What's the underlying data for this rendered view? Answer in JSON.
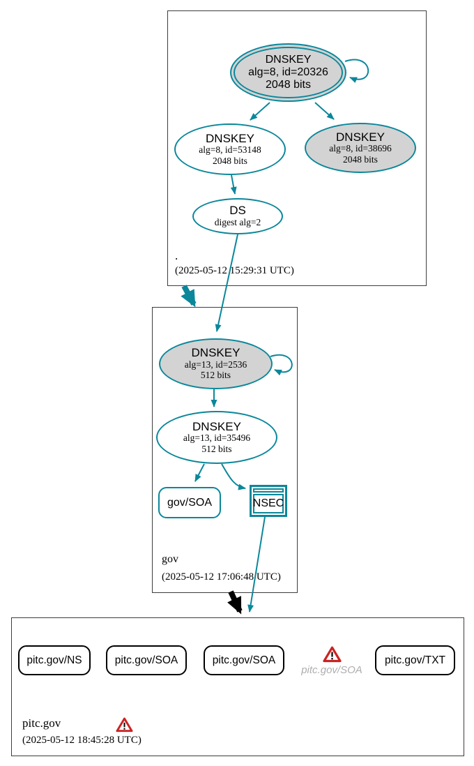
{
  "diagram": "DNSSEC authentication chain",
  "colors": {
    "secure_teal": "#0a879a",
    "node_fill_gray": "#d3d3d3",
    "warning_red": "#cc2222",
    "ghost_text_gray": "#aeaeae"
  },
  "root_zone": {
    "label": ".",
    "timestamp": "(2025-05-12 15:29:31 UTC)",
    "ksk": {
      "title": "DNSKEY",
      "alg": "alg=8, id=20326",
      "bits": "2048 bits"
    },
    "zsk": {
      "title": "DNSKEY",
      "alg": "alg=8, id=53148",
      "bits": "2048 bits"
    },
    "key3": {
      "title": "DNSKEY",
      "alg": "alg=8, id=38696",
      "bits": "2048 bits"
    },
    "ds": {
      "title": "DS",
      "detail": "digest alg=2"
    }
  },
  "gov_zone": {
    "label": "gov",
    "timestamp": "(2025-05-12 17:06:48 UTC)",
    "ksk": {
      "title": "DNSKEY",
      "alg": "alg=13, id=2536",
      "bits": "512 bits"
    },
    "zsk": {
      "title": "DNSKEY",
      "alg": "alg=13, id=35496",
      "bits": "512 bits"
    },
    "soa": {
      "label": "gov/SOA"
    },
    "nsec": {
      "label": "NSEC"
    }
  },
  "pitc_zone": {
    "label": "pitc.gov",
    "timestamp": "(2025-05-12 18:45:28 UTC)",
    "rrsets": [
      {
        "label": "pitc.gov/NS"
      },
      {
        "label": "pitc.gov/SOA"
      },
      {
        "label": "pitc.gov/SOA"
      },
      {
        "label": "pitc.gov/SOA",
        "status": "warning"
      },
      {
        "label": "pitc.gov/TXT"
      }
    ]
  }
}
